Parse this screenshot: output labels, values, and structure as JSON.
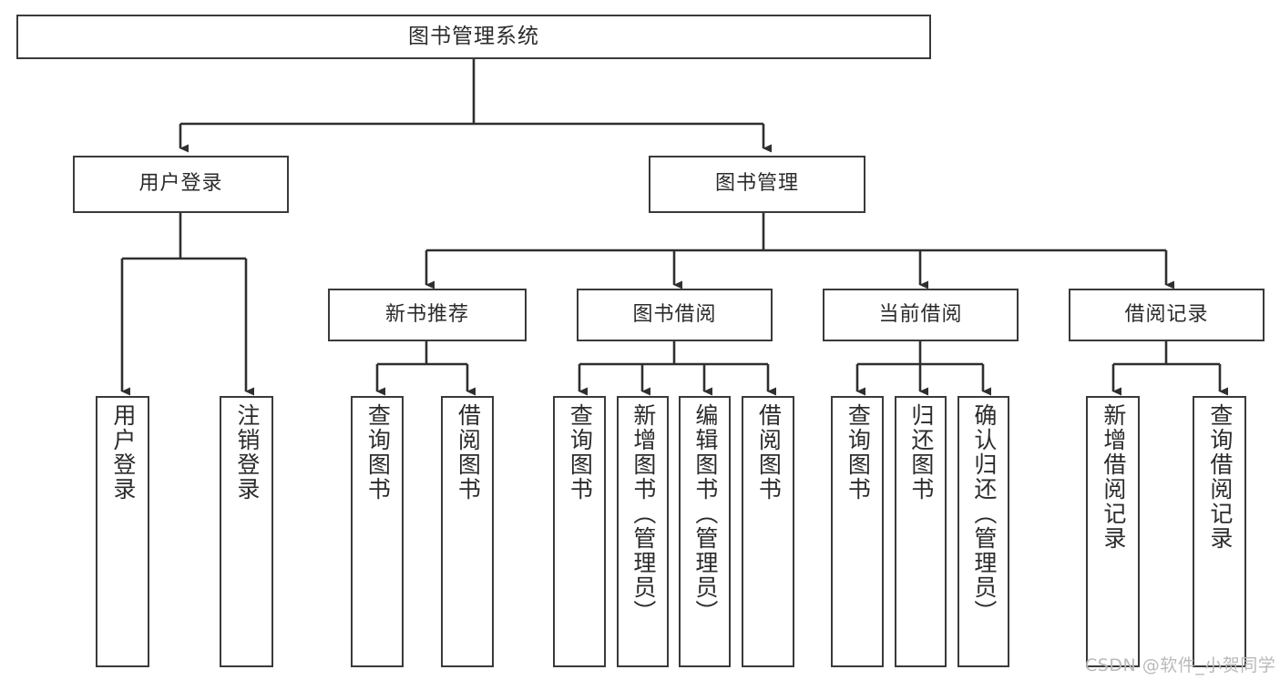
{
  "diagram": {
    "title": "图书管理系统",
    "type": "hierarchy-tree",
    "root": {
      "id": "root",
      "label": "图书管理系统",
      "orientation": "horizontal"
    },
    "level2": [
      {
        "id": "user-login",
        "label": "用户登录",
        "orientation": "horizontal"
      },
      {
        "id": "book-manage",
        "label": "图书管理",
        "orientation": "horizontal"
      }
    ],
    "level3": [
      {
        "id": "new-book-recommend",
        "label": "新书推荐",
        "orientation": "horizontal",
        "parent": "book-manage"
      },
      {
        "id": "book-borrow",
        "label": "图书借阅",
        "orientation": "horizontal",
        "parent": "book-manage"
      },
      {
        "id": "current-borrow",
        "label": "当前借阅",
        "orientation": "horizontal",
        "parent": "book-manage"
      },
      {
        "id": "borrow-record",
        "label": "借阅记录",
        "orientation": "horizontal",
        "parent": "book-manage"
      }
    ],
    "leaves": [
      {
        "id": "leaf-user-login",
        "label": "用户登录",
        "parent": "user-login",
        "orientation": "vertical"
      },
      {
        "id": "leaf-user-logout",
        "label": "注销登录",
        "parent": "user-login",
        "orientation": "vertical"
      },
      {
        "id": "leaf-query-book-1",
        "label": "查询图书",
        "parent": "new-book-recommend",
        "orientation": "vertical"
      },
      {
        "id": "leaf-borrow-book-1",
        "label": "借阅图书",
        "parent": "new-book-recommend",
        "orientation": "vertical"
      },
      {
        "id": "leaf-query-book-2",
        "label": "查询图书",
        "parent": "book-borrow",
        "orientation": "vertical"
      },
      {
        "id": "leaf-add-book",
        "label": "新增图书（管理员）",
        "parent": "book-borrow",
        "orientation": "vertical"
      },
      {
        "id": "leaf-edit-book",
        "label": "编辑图书（管理员）",
        "parent": "book-borrow",
        "orientation": "vertical"
      },
      {
        "id": "leaf-borrow-book-2",
        "label": "借阅图书",
        "parent": "book-borrow",
        "orientation": "vertical"
      },
      {
        "id": "leaf-query-book-3",
        "label": "查询图书",
        "parent": "current-borrow",
        "orientation": "vertical"
      },
      {
        "id": "leaf-return-book",
        "label": "归还图书",
        "parent": "current-borrow",
        "orientation": "vertical"
      },
      {
        "id": "leaf-confirm-return",
        "label": "确认归还（管理员）",
        "parent": "current-borrow",
        "orientation": "vertical"
      },
      {
        "id": "leaf-add-record",
        "label": "新增借阅记录",
        "parent": "borrow-record",
        "orientation": "vertical"
      },
      {
        "id": "leaf-query-record",
        "label": "查询借阅记录",
        "parent": "borrow-record",
        "orientation": "vertical"
      }
    ],
    "watermark": "CSDN @软件_小贺同学",
    "colors": {
      "border": "#3a3a3a",
      "text": "#2b2b2b",
      "background": "#ffffff",
      "connector": "#2f2f2f",
      "watermark": "#b9b9b9"
    }
  }
}
